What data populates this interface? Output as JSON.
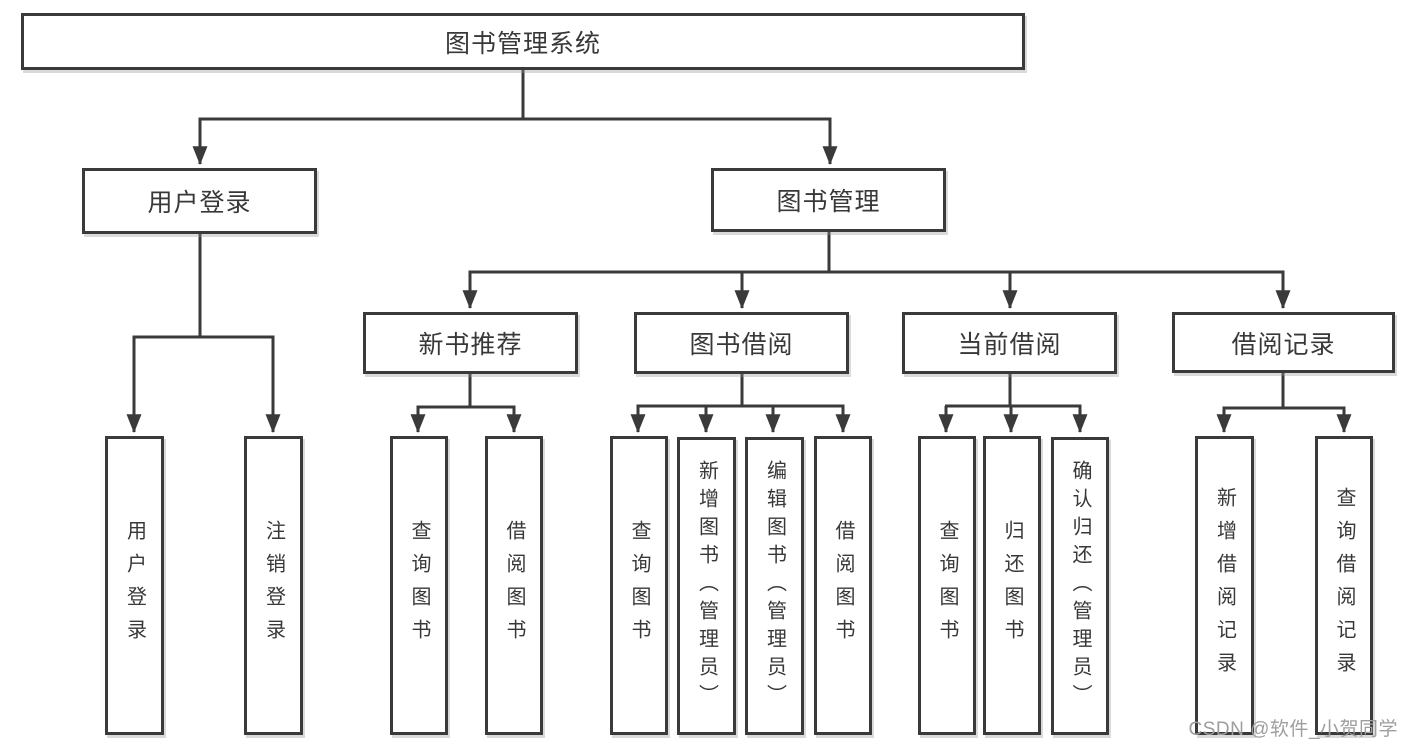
{
  "diagram": {
    "root": {
      "label": "图书管理系统"
    },
    "branches": [
      {
        "label": "用户登录",
        "children": [
          {
            "label": "用户登录"
          },
          {
            "label": "注销登录"
          }
        ]
      },
      {
        "label": "图书管理",
        "children": [
          {
            "label": "新书推荐",
            "children": [
              {
                "label": "查询图书"
              },
              {
                "label": "借阅图书"
              }
            ]
          },
          {
            "label": "图书借阅",
            "children": [
              {
                "label": "查询图书"
              },
              {
                "label": "新增图书（管理员）"
              },
              {
                "label": "编辑图书（管理员）"
              },
              {
                "label": "借阅图书"
              }
            ]
          },
          {
            "label": "当前借阅",
            "children": [
              {
                "label": "查询图书"
              },
              {
                "label": "归还图书"
              },
              {
                "label": "确认归还（管理员）"
              }
            ]
          },
          {
            "label": "借阅记录",
            "children": [
              {
                "label": "新增借阅记录"
              },
              {
                "label": "查询借阅记录"
              }
            ]
          }
        ]
      }
    ]
  },
  "watermark": {
    "text": "CSDN @软件_小贺同学"
  },
  "colors": {
    "line": "#3a3a3a",
    "text": "#383838",
    "box_background": "#ffffff",
    "watermark": "#9e9e9e"
  }
}
